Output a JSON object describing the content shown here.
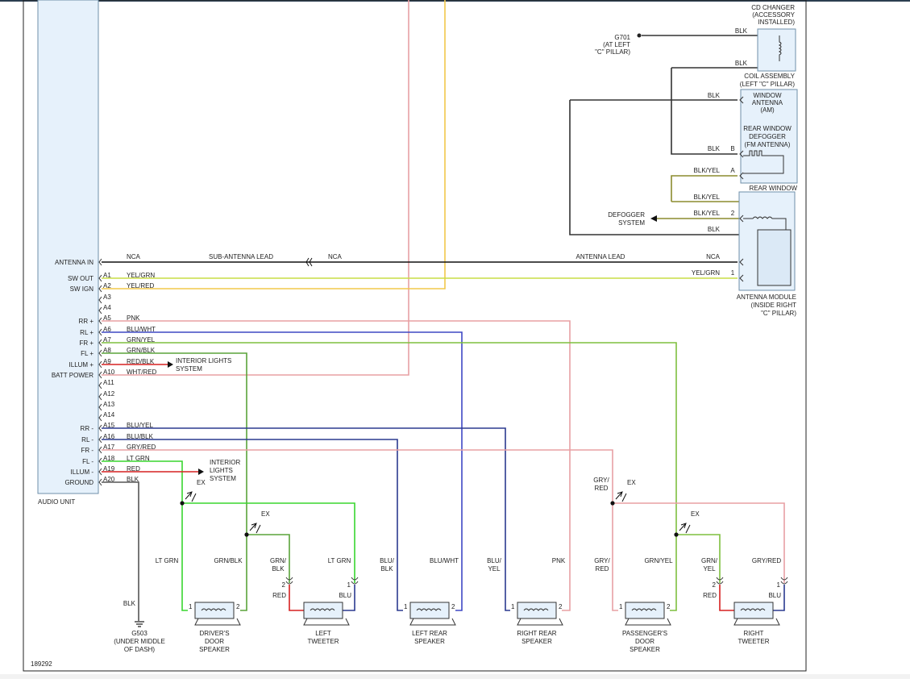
{
  "diagram_id": "189292",
  "colors": {
    "BLK": "#3a3a3a",
    "PNK": "#e8a0a4",
    "YEL": "#f2c84b",
    "YELGRN": "#c9dd45",
    "BLU": "#3f48c4",
    "GRN": "#7fbf3f",
    "GRNBLK": "#5aa33a",
    "LTGRN": "#39d62f",
    "RED": "#d62020",
    "NAVY": "#2b3a8f",
    "OLIVE": "#8c8b2e",
    "BOX": "#e6f1fb"
  },
  "audio_unit": {
    "title": "AUDIO UNIT",
    "pins": [
      {
        "label": "ANTENNA IN",
        "pin": "",
        "wire": "NCA"
      },
      {
        "label": "SW OUT",
        "pin": "A1",
        "wire": "YEL/GRN"
      },
      {
        "label": "SW IGN",
        "pin": "A2",
        "wire": "YEL/RED"
      },
      {
        "label": "",
        "pin": "A3",
        "wire": ""
      },
      {
        "label": "",
        "pin": "A4",
        "wire": ""
      },
      {
        "label": "RR +",
        "pin": "A5",
        "wire": "PNK"
      },
      {
        "label": "RL +",
        "pin": "A6",
        "wire": "BLU/WHT"
      },
      {
        "label": "FR +",
        "pin": "A7",
        "wire": "GRN/YEL"
      },
      {
        "label": "FL +",
        "pin": "A8",
        "wire": "GRN/BLK"
      },
      {
        "label": "ILLUM +",
        "pin": "A9",
        "wire": "RED/BLK"
      },
      {
        "label": "BATT POWER",
        "pin": "A10",
        "wire": "WHT/RED"
      },
      {
        "label": "",
        "pin": "A11",
        "wire": ""
      },
      {
        "label": "",
        "pin": "A12",
        "wire": ""
      },
      {
        "label": "",
        "pin": "A13",
        "wire": ""
      },
      {
        "label": "",
        "pin": "A14",
        "wire": ""
      },
      {
        "label": "RR -",
        "pin": "A15",
        "wire": "BLU/YEL"
      },
      {
        "label": "RL -",
        "pin": "A16",
        "wire": "BLU/BLK"
      },
      {
        "label": "FR -",
        "pin": "A17",
        "wire": "GRY/RED"
      },
      {
        "label": "FL -",
        "pin": "A18",
        "wire": "LT GRN"
      },
      {
        "label": "ILLUM -",
        "pin": "A19",
        "wire": "RED"
      },
      {
        "label": "GROUND",
        "pin": "A20",
        "wire": "BLK"
      }
    ]
  },
  "labels": {
    "sub_antenna_lead": "SUB-ANTENNA LEAD",
    "antenna_lead": "ANTENNA LEAD",
    "nca": "NCA",
    "interior_lights": [
      "INTERIOR LIGHTS",
      "SYSTEM"
    ],
    "interior_lights_2": [
      "INTERIOR",
      "LIGHTS",
      "SYSTEM"
    ],
    "ex": "EX",
    "cd_changer": [
      "CD CHANGER",
      "(ACCESSORY",
      "INSTALLED)"
    ],
    "g701": [
      "G701",
      "(AT LEFT",
      "\"C\" PILLAR)"
    ],
    "coil_assembly": [
      "COIL ASSEMBLY",
      "(LEFT \"C\" PILLAR)"
    ],
    "window_antenna": [
      "WINDOW",
      "ANTENNA",
      "(AM)"
    ],
    "rear_window_defogger": [
      "REAR WINDOW",
      "DEFOGGER",
      "(FM ANTENNA)"
    ],
    "rear_window": "REAR WINDOW",
    "defogger_system": [
      "DEFOGGER",
      "SYSTEM"
    ],
    "antenna_module": [
      "ANTENNA MODULE",
      "(INSIDE RIGHT",
      "\"C\" PILLAR)"
    ],
    "g503": [
      "G503",
      "(UNDER MIDDLE",
      "OF DASH)"
    ],
    "blk": "BLK",
    "blk_yel": "BLK/YEL",
    "yel_grn": "YEL/GRN",
    "pin_a": "A",
    "pin_b": "B",
    "pin_1": "1",
    "pin_2": "2"
  },
  "speakers": [
    {
      "name": [
        "DRIVER'S",
        "DOOR",
        "SPEAKER"
      ],
      "w1": [
        "LT GRN"
      ],
      "w2": [
        "GRN/BLK"
      ]
    },
    {
      "name": [
        "LEFT",
        "TWEETER"
      ],
      "w1": [
        "GRN/",
        "BLK"
      ],
      "w2": [
        "LT GRN"
      ],
      "c1": "RED",
      "c2": "BLU"
    },
    {
      "name": [
        "LEFT REAR",
        "SPEAKER"
      ],
      "w1": [
        "BLU/",
        "BLK"
      ],
      "w2": [
        "BLU/WHT"
      ]
    },
    {
      "name": [
        "RIGHT REAR",
        "SPEAKER"
      ],
      "w1": [
        "BLU/",
        "YEL"
      ],
      "w2": [
        "PNK"
      ]
    },
    {
      "name": [
        "PASSENGER'S",
        "DOOR",
        "SPEAKER"
      ],
      "w1": [
        "GRY/",
        "RED"
      ],
      "w2": [
        "GRN/YEL"
      ]
    },
    {
      "name": [
        "RIGHT",
        "TWEETER"
      ],
      "w1": [
        "GRN/",
        "YEL"
      ],
      "w2": [
        "GRY/RED"
      ],
      "c1": "RED",
      "c2": "BLU"
    }
  ],
  "splice_labels": {
    "gry_red": [
      "GRY/",
      "RED"
    ]
  }
}
